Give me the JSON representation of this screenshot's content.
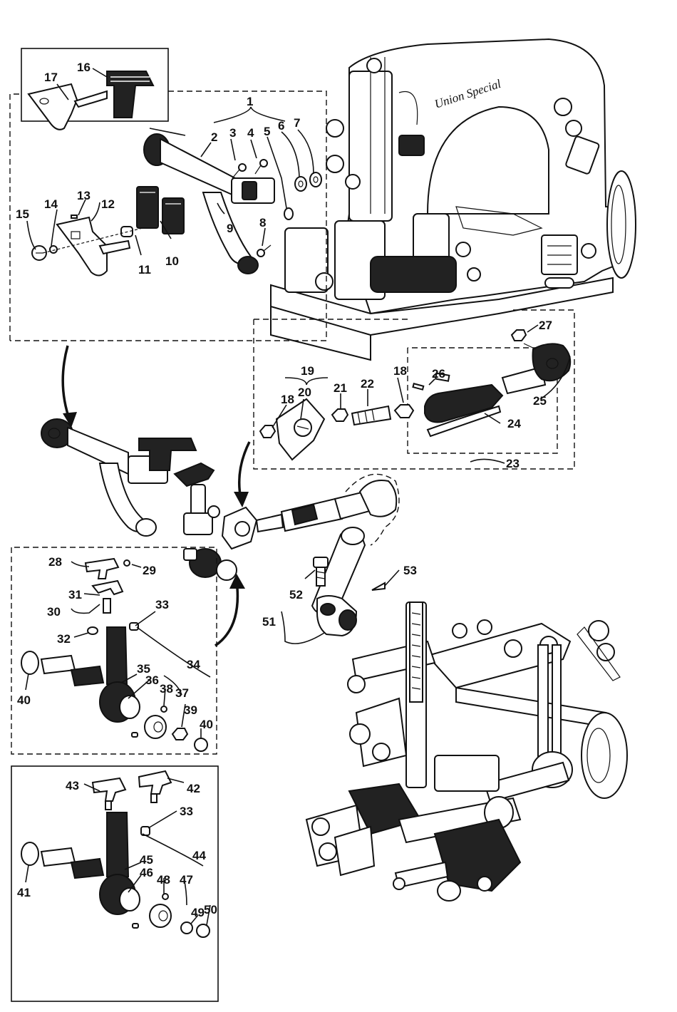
{
  "brand_text": "Union Special",
  "callouts": [
    "1",
    "2",
    "3",
    "4",
    "5",
    "6",
    "7",
    "8",
    "9",
    "10",
    "11",
    "12",
    "13",
    "14",
    "15",
    "16",
    "17",
    "18",
    "19",
    "20",
    "21",
    "22",
    "23",
    "24",
    "25",
    "26",
    "27",
    "28",
    "29",
    "30",
    "31",
    "32",
    "33",
    "34",
    "35",
    "36",
    "37",
    "38",
    "39",
    "40",
    "41",
    "42",
    "43",
    "44",
    "45",
    "46",
    "47",
    "48",
    "49",
    "50",
    "51",
    "52",
    "53"
  ]
}
